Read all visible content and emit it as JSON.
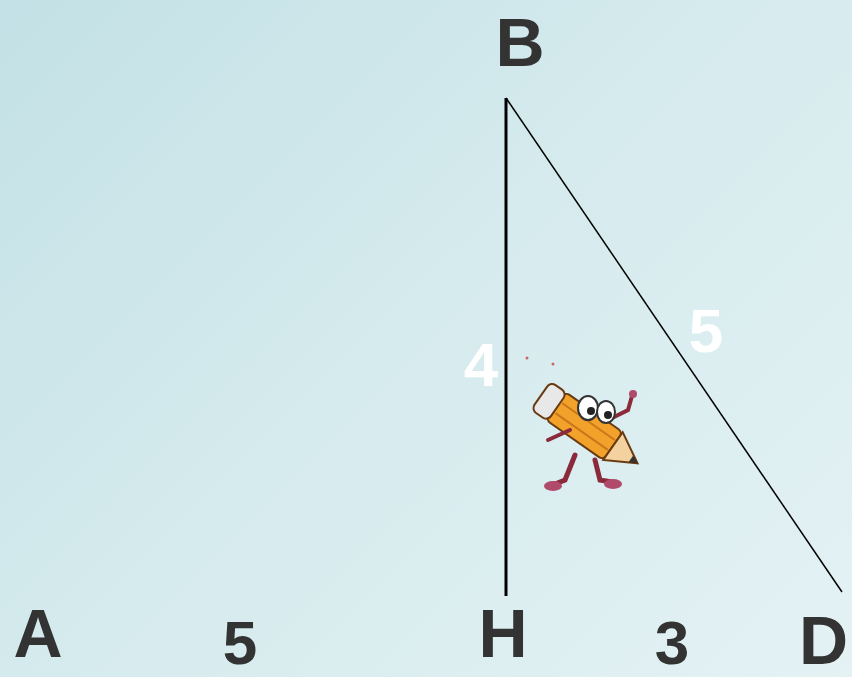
{
  "diagram": {
    "labels": [
      "B",
      "4",
      "5",
      "A",
      "5",
      "H",
      "3",
      "D"
    ]
  }
}
